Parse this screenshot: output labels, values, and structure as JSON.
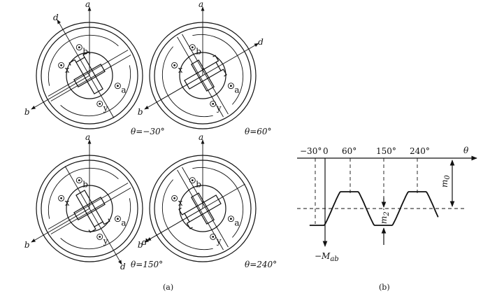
{
  "machines": [
    {
      "theta_label": "θ=−30°",
      "rotation_deg": -30,
      "d_deg": 30
    },
    {
      "theta_label": "θ=60°",
      "rotation_deg": 60,
      "d_deg": -60
    },
    {
      "theta_label": "θ=150°",
      "rotation_deg": 150,
      "d_deg": -150
    },
    {
      "theta_label": "θ=240°",
      "rotation_deg": 240,
      "d_deg": 120
    }
  ],
  "axis_labels": {
    "a": "a",
    "b": "b",
    "d": "d"
  },
  "coil_labels": {
    "a": "a",
    "b": "b",
    "x": "x",
    "y": "y"
  },
  "captions": {
    "left": "(a)",
    "right": "(b)"
  },
  "plot": {
    "x_axis_label": "θ",
    "y_axis_label": "−M",
    "y_axis_sub": "ab",
    "m0_label": "m",
    "m0_sub": "0",
    "m2_label": "m",
    "m2_sub": "2",
    "ticks": [
      "−30°",
      "0",
      "60°",
      "150°",
      "240°"
    ]
  },
  "chart_data": {
    "type": "line",
    "title": "",
    "xlabel": "θ",
    "ylabel": "−Mab",
    "x_ticks": [
      "−30°",
      "0",
      "60°",
      "150°",
      "240°"
    ],
    "series": [
      {
        "x": [
          -30,
          60,
          150,
          240
        ],
        "y_relative": [
          -1,
          1,
          -1,
          1
        ]
      }
    ],
    "annotations": [
      "m0",
      "m2"
    ]
  }
}
